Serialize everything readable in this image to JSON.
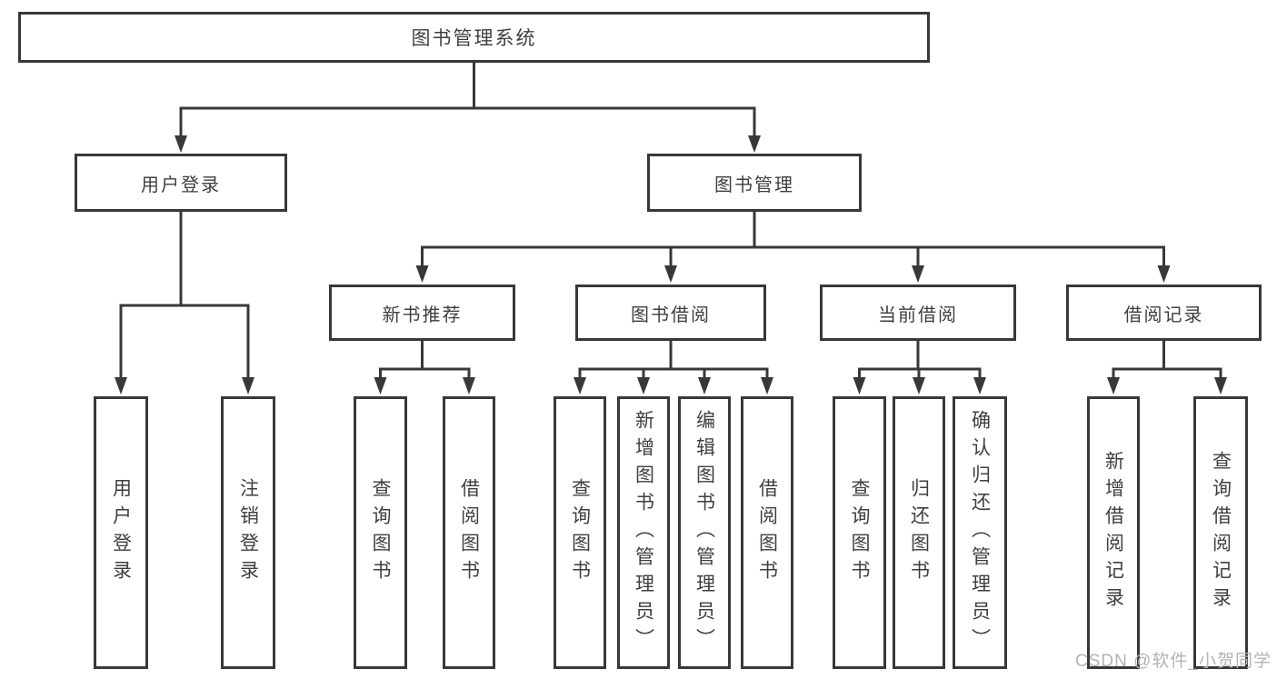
{
  "tree": {
    "root": {
      "label": "图书管理系统"
    },
    "level2": [
      {
        "label": "用户登录"
      },
      {
        "label": "图书管理"
      }
    ],
    "level3": [
      {
        "label": "新书推荐",
        "parent": "图书管理"
      },
      {
        "label": "图书借阅",
        "parent": "图书管理"
      },
      {
        "label": "当前借阅",
        "parent": "图书管理"
      },
      {
        "label": "借阅记录",
        "parent": "图书管理"
      }
    ],
    "leaves": [
      {
        "label": "用户登录",
        "parent": "用户登录"
      },
      {
        "label": "注销登录",
        "parent": "用户登录"
      },
      {
        "label": "查询图书",
        "parent": "新书推荐"
      },
      {
        "label": "借阅图书",
        "parent": "新书推荐"
      },
      {
        "label": "查询图书",
        "parent": "图书借阅"
      },
      {
        "label": "新增图书（管理员）",
        "parent": "图书借阅"
      },
      {
        "label": "编辑图书（管理员）",
        "parent": "图书借阅"
      },
      {
        "label": "借阅图书",
        "parent": "图书借阅"
      },
      {
        "label": "查询图书",
        "parent": "当前借阅"
      },
      {
        "label": "归还图书",
        "parent": "当前借阅"
      },
      {
        "label": "确认归还（管理员）",
        "parent": "当前借阅"
      },
      {
        "label": "新增借阅记录",
        "parent": "借阅记录"
      },
      {
        "label": "查询借阅记录",
        "parent": "借阅记录"
      }
    ]
  },
  "watermark": "CSDN @软件_小贺同学",
  "colors": {
    "line": "#383838",
    "text": "#3f3f3f",
    "watermark": "#b3b3b3",
    "background": "#ffffff"
  }
}
